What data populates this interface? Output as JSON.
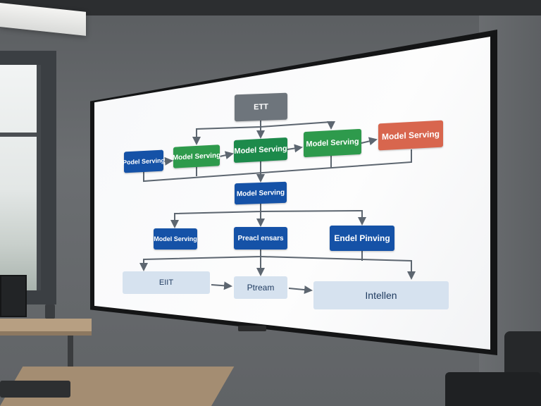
{
  "diagram": {
    "nodes": [
      {
        "id": "etl-top",
        "label": "ETT",
        "color": "gray"
      },
      {
        "id": "podel-serving",
        "label": "Podel Serving",
        "color": "blue"
      },
      {
        "id": "model-serving-1",
        "label": "Model Serving",
        "color": "green"
      },
      {
        "id": "model-serving-2",
        "label": "Model Serving",
        "color": "teal"
      },
      {
        "id": "model-serving-3",
        "label": "Model Serving",
        "color": "green"
      },
      {
        "id": "model-serving-4",
        "label": "Model Serving",
        "color": "red"
      },
      {
        "id": "model-serving-center",
        "label": "Model Serving",
        "color": "blue"
      },
      {
        "id": "model-serving-left",
        "label": "Model Serving",
        "color": "blue"
      },
      {
        "id": "preacl-ensars",
        "label": "Preacl ensars",
        "color": "blue"
      },
      {
        "id": "endel-pinving",
        "label": "Endel Pinving",
        "color": "blue"
      },
      {
        "id": "eiit",
        "label": "EIIT",
        "color": "pale"
      },
      {
        "id": "ptream",
        "label": "Ptream",
        "color": "pale"
      },
      {
        "id": "intellen",
        "label": "Intellen",
        "color": "pale"
      }
    ]
  },
  "colors": {
    "gray": "#6e757c",
    "blue": "#1552a7",
    "green": "#2e9a4c",
    "teal": "#1c8a4b",
    "red": "#d8664e",
    "pale": "#d6e2ef",
    "connector": "#5d6670"
  }
}
